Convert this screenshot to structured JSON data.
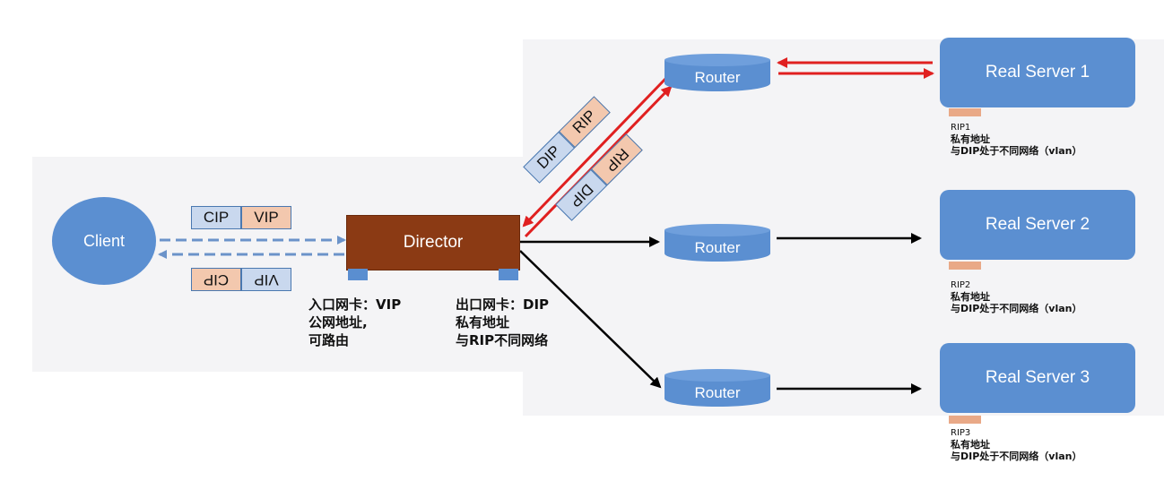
{
  "client": {
    "label": "Client"
  },
  "director": {
    "label": "Director"
  },
  "packets": {
    "client_to_director": {
      "src": "CIP",
      "dst": "VIP"
    },
    "director_to_client": {
      "src": "VIP",
      "dst": "CIP"
    },
    "director_to_server": {
      "src": "DIP",
      "dst": "RIP"
    },
    "server_to_director": {
      "src": "RIP",
      "dst": "DIP"
    }
  },
  "director_notes": {
    "inbound": [
      "入口网卡：VIP",
      "公网地址,",
      "可路由"
    ],
    "outbound": [
      "出口网卡：DIP",
      "私有地址",
      "与RIP不同网络"
    ]
  },
  "routers": [
    {
      "label": "Router"
    },
    {
      "label": "Router"
    },
    {
      "label": "Router"
    }
  ],
  "servers": [
    {
      "label": "Real Server 1",
      "rip": "RIP1",
      "line2": "私有地址",
      "line3": "与DIP处于不同网络（vlan）"
    },
    {
      "label": "Real Server 2",
      "rip": "RIP2",
      "line2": "私有地址",
      "line3": "与DIP处于不同网络（vlan）"
    },
    {
      "label": "Real Server 3",
      "rip": "RIP3",
      "line2": "私有地址",
      "line3": "与DIP处于不同网络（vlan）"
    }
  ],
  "colors": {
    "node_blue": "#5b8fd1",
    "director_brown": "#8b3a14",
    "return_red": "#e02020",
    "request_arrow": "#6b93c9",
    "packet_blue": "#c9d8ee",
    "packet_orange": "#f3c8ae"
  }
}
